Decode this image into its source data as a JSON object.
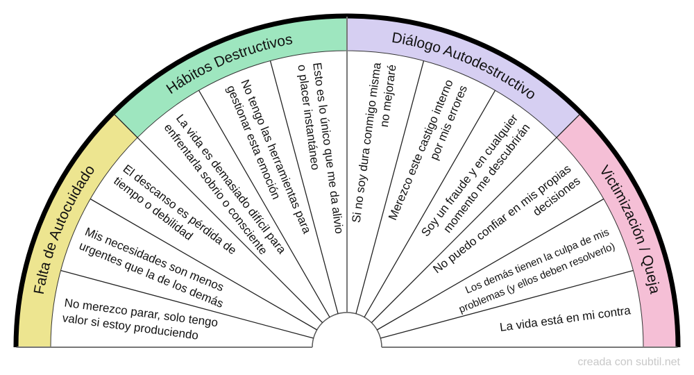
{
  "categories": [
    {
      "label": "Falta de Autocuidado",
      "color": "#ede590"
    },
    {
      "label": "Hábitos Destructivos",
      "color": "#9ee6bf"
    },
    {
      "label": "Diálogo Autodestructivo",
      "color": "#d6cff2"
    },
    {
      "label": "Victimización / Queja",
      "color": "#f5bfd6"
    }
  ],
  "items": [
    {
      "lines": [
        "No merezco parar, solo tengo",
        "valor si estoy produciendo"
      ]
    },
    {
      "lines": [
        "Mis necesidades son menos",
        "urgentes que la de los demás"
      ]
    },
    {
      "lines": [
        "El descanso es pérdida de",
        "tiempo o debilidad"
      ]
    },
    {
      "lines": [
        "La vida es demasiado difícil para",
        "enfrentarla sobrio o consciente"
      ]
    },
    {
      "lines": [
        "No tengo las herramientas para",
        "gestionar esta emoción"
      ]
    },
    {
      "lines": [
        "Esto es lo único que me da alivio",
        "o placer instantáneo"
      ]
    },
    {
      "lines": [
        "Si no soy dura conmigo misma",
        "no mejoraré"
      ]
    },
    {
      "lines": [
        "Merezco este castigo interno",
        "por mis errores"
      ]
    },
    {
      "lines": [
        "Soy un fraude y en cualquier",
        "momento me descubrirán"
      ]
    },
    {
      "lines": [
        "No puedo confiar en mis propias",
        "decisiones"
      ]
    },
    {
      "lines": [
        "Los demás tienen la culpa de mis",
        "problemas (y ellos deben resolverlo)"
      ]
    },
    {
      "lines": [
        "La vida está en mi contra"
      ]
    }
  ],
  "footer": "creada con subtil.net"
}
